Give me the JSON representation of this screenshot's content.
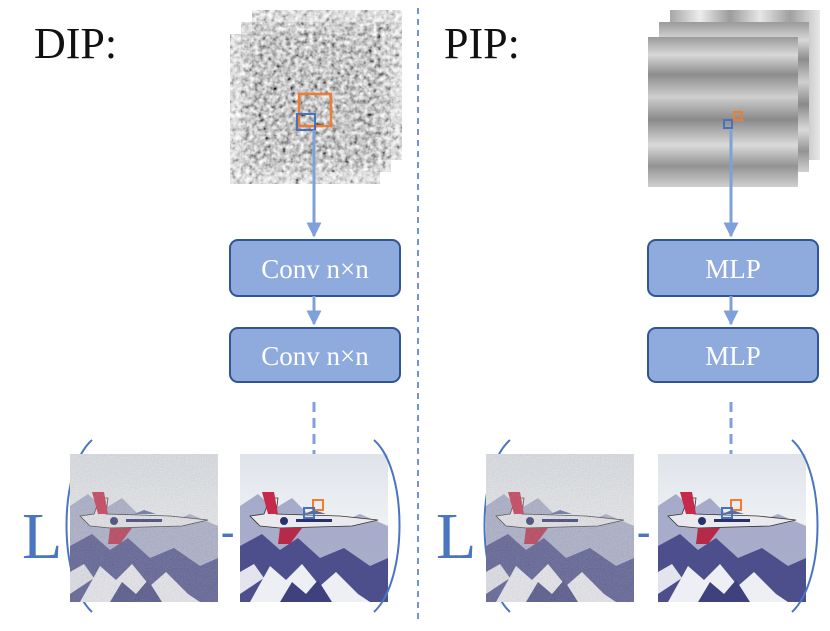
{
  "panels": {
    "dip": {
      "title": "DIP:",
      "blocks": [
        "Conv n×n",
        "Conv n×n"
      ],
      "loss_symbol": "L",
      "minus": "-"
    },
    "pip": {
      "title": "PIP:",
      "blocks": [
        "MLP",
        "MLP"
      ],
      "loss_symbol": "L",
      "minus": "-"
    }
  },
  "colors": {
    "block_fill": "#8faadc",
    "block_border": "#2f5597",
    "arrow": "#7fa0d8",
    "divider": "#4472c4",
    "loss": "#4a75c0",
    "patch_orange": "#ed7d31",
    "patch_blue": "#4472c4"
  },
  "icons": {
    "noise_input": "gaussian-noise-stack",
    "positional_input": "sinusoidal-encoding-stack",
    "noisy_image": "noisy-jet-photo",
    "restored_image": "restored-jet-photo"
  }
}
